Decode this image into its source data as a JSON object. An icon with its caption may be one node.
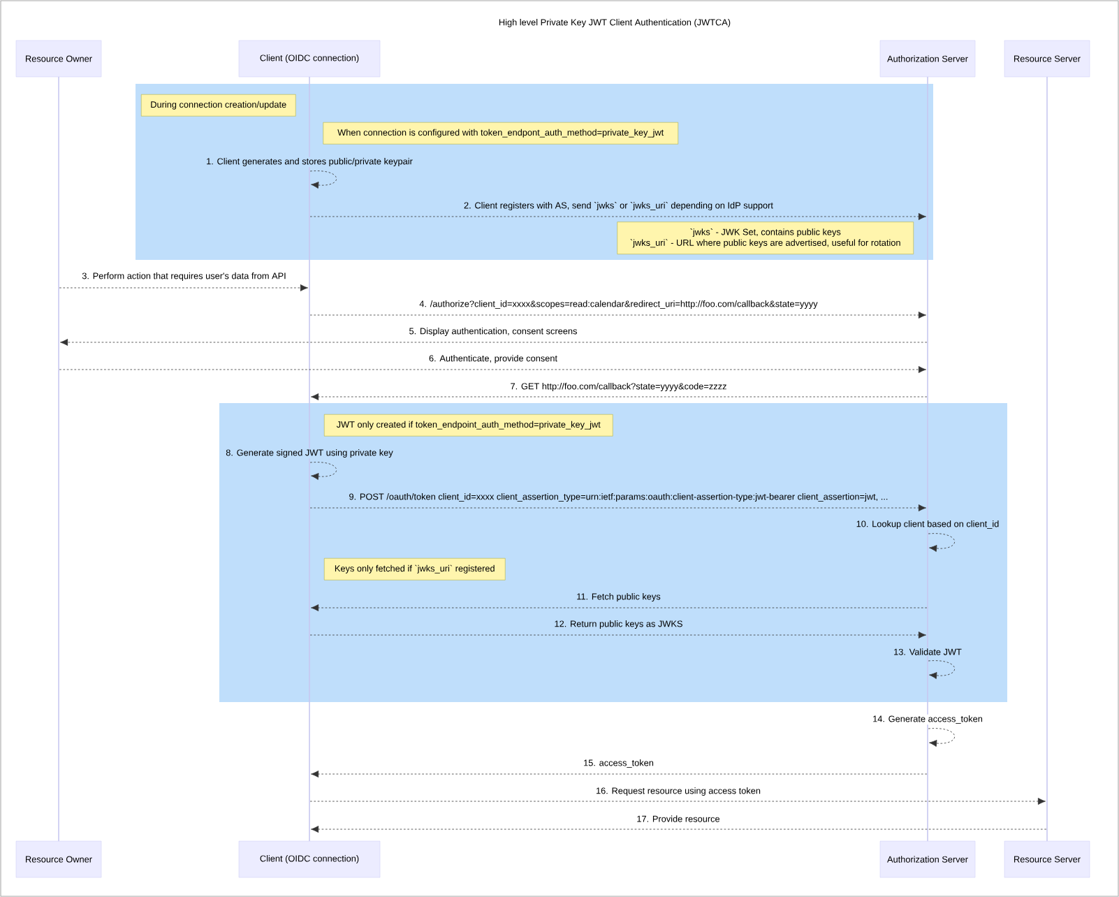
{
  "diagram": {
    "title": "High level Private Key JWT Client Authentication (JWTCA)",
    "nodes": [
      {
        "text": [
          "Resource Owner"
        ]
      },
      {
        "text": [
          "Client (OIDC connection)"
        ]
      },
      {
        "text": [
          "Authorization Server"
        ]
      },
      {
        "text": [
          "Resource Server"
        ]
      },
      {
        "text": [],
        "shape": "box"
      },
      {
        "text": [
          "During connection creation/update"
        ],
        "in": 4
      },
      {
        "text": [
          "When connection is configured with token_endpont_auth_method=private_key_jwt"
        ],
        "in": 4
      },
      {
        "text": [
          "`jwks` - JWK Set, contains public keys",
          "`jwks_uri` - URL where public keys are advertised, useful for rotation"
        ],
        "in": 4
      },
      {
        "text": [],
        "shape": "box"
      },
      {
        "text": [
          "JWT only created if token_endpoint_auth_method=private_key_jwt"
        ],
        "in": 8
      },
      {
        "text": [
          "Keys only fetched if `jwks_uri` registered"
        ],
        "in": 8
      },
      {
        "text": [
          "Resource Owner"
        ]
      },
      {
        "text": [
          "Client (OIDC connection)"
        ]
      },
      {
        "text": [
          "Authorization Server"
        ]
      },
      {
        "text": [
          "Resource Server"
        ]
      },
      {
        "text": [],
        "shape": "bar"
      },
      {
        "text": [],
        "shape": "bar"
      },
      {
        "text": [],
        "shape": "bar"
      },
      {
        "text": [],
        "shape": "bar"
      }
    ],
    "edges": [
      {
        "from": 16,
        "to": 16,
        "arrow": "to",
        "style": "dashed",
        "label": "1. Client generates and stores public/private keypair"
      },
      {
        "from": 16,
        "to": 17,
        "arrow": "to",
        "style": "dashed",
        "label": "2. Client registers with AS, send `jwks` or `jwks_uri` depending on IdP support"
      },
      {
        "from": 15,
        "to": 16,
        "arrow": "to",
        "style": "dashed",
        "label": "3. Perform action that requires user's data from API"
      },
      {
        "from": 16,
        "to": 17,
        "arrow": "to",
        "style": "dashed",
        "label": "4. /authorize?client_id=xxxx&scopes=read:calendar&redirect_uri=http://foo.com/callback&state=yyyy"
      },
      {
        "from": 17,
        "to": 15,
        "arrow": "to",
        "style": "dashed",
        "label": "5. Display authentication, consent screens"
      },
      {
        "from": 15,
        "to": 17,
        "arrow": "to",
        "style": "dashed",
        "label": "6. Authenticate, provide consent"
      },
      {
        "from": 17,
        "to": 16,
        "arrow": "to",
        "style": "dashed",
        "label": "7. GET http://foo.com/callback?state=yyyy&code=zzzz"
      },
      {
        "from": 16,
        "to": 16,
        "arrow": "to",
        "style": "dashed",
        "label": "8. Generate signed JWT using private key"
      },
      {
        "from": 16,
        "to": 17,
        "arrow": "to",
        "style": "dashed",
        "label": "9. POST /oauth/token client_id=xxxx client_assertion_type=urn:ietf:params:oauth:client-assertion-type:jwt-bearer client_assertion=jwt, ..."
      },
      {
        "from": 17,
        "to": 17,
        "arrow": "to",
        "style": "dashed",
        "label": "10. Lookup client based on client_id"
      },
      {
        "from": 17,
        "to": 16,
        "arrow": "to",
        "style": "dashed",
        "label": "11. Fetch public keys"
      },
      {
        "from": 16,
        "to": 17,
        "arrow": "to",
        "style": "dashed",
        "label": "12. Return public keys as JWKS"
      },
      {
        "from": 17,
        "to": 17,
        "arrow": "to",
        "style": "dashed",
        "label": "13. Validate JWT"
      },
      {
        "from": 17,
        "to": 17,
        "arrow": "to",
        "style": "dashed",
        "label": "14. Generate access_token"
      },
      {
        "from": 17,
        "to": 16,
        "arrow": "to",
        "style": "dashed",
        "label": "15. access_token"
      },
      {
        "from": 16,
        "to": 18,
        "arrow": "to",
        "style": "dashed",
        "label": "16. Request resource using access token"
      },
      {
        "from": 18,
        "to": 16,
        "arrow": "to",
        "style": "dashed",
        "label": "17. Provide resource"
      }
    ]
  }
}
